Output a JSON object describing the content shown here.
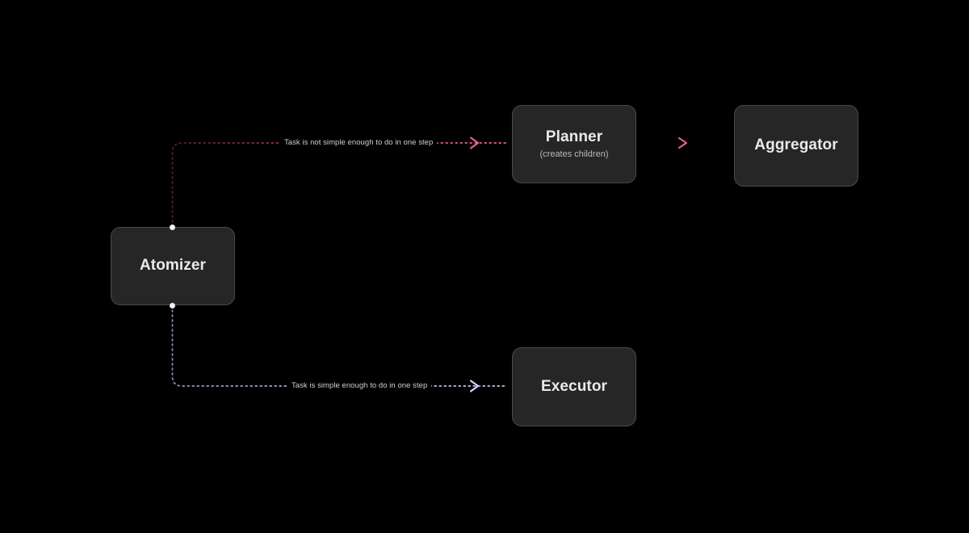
{
  "canvas": {
    "background": "#000000",
    "node_fill": "#262626",
    "node_border": "#4a4a4a",
    "handle_color": "#f0f0f0",
    "label_color": "#cfcfcf"
  },
  "nodes": [
    {
      "id": "atomizer",
      "title": "Atomizer",
      "subtitle": ""
    },
    {
      "id": "planner",
      "title": "Planner",
      "subtitle": "(creates children)"
    },
    {
      "id": "aggregator",
      "title": "Aggregator",
      "subtitle": ""
    },
    {
      "id": "executor",
      "title": "Executor",
      "subtitle": ""
    }
  ],
  "edges": [
    {
      "id": "atomizer-to-planner",
      "from": "atomizer",
      "to": "planner",
      "label": "Task is not simple enough to do in one step",
      "color": "#e8608f",
      "style": "dotted",
      "arrow": "chevron"
    },
    {
      "id": "planner-to-aggregator",
      "from": "planner",
      "to": "aggregator",
      "label": "",
      "color": "#e8608f",
      "style": "dotted",
      "arrow": "chevron"
    },
    {
      "id": "atomizer-to-executor",
      "from": "atomizer",
      "to": "executor",
      "label": "Task is simple enough to do in one step",
      "color": "#b7bdf0",
      "style": "dotted",
      "arrow": "chevron"
    }
  ]
}
